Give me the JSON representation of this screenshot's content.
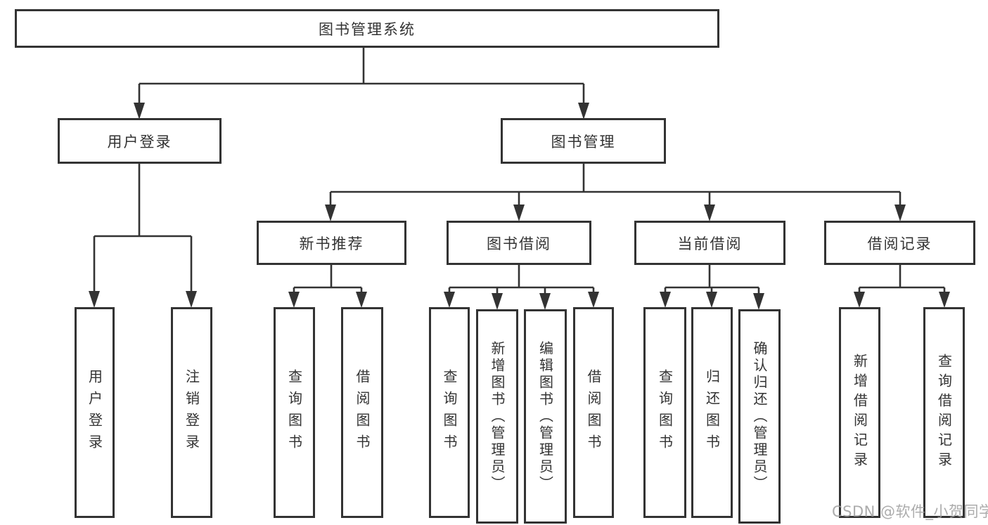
{
  "diagram": {
    "title": "图书管理系统",
    "root": "图书管理系统",
    "level2": {
      "user_login": "用户登录",
      "book_mgmt": "图书管理"
    },
    "level3": {
      "new_book_rec": "新书推荐",
      "book_borrow": "图书借阅",
      "current_borrow": "当前借阅",
      "borrow_records": "借阅记录"
    },
    "leaves": {
      "user_login": "用户登录",
      "logout": "注销登录",
      "rec_query_books": "查询图书",
      "rec_borrow_books": "借阅图书",
      "bor_query_books": "查询图书",
      "bor_add_book_admin": "新增图书（管理员）",
      "bor_edit_book_admin": "编辑图书（管理员）",
      "bor_borrow_books": "借阅图书",
      "cur_query_books": "查询图书",
      "cur_return_book": "归还图书",
      "cur_confirm_return_admin": "确认归还（管理员）",
      "log_add_record": "新增借阅记录",
      "log_query_record": "查询借阅记录"
    }
  },
  "watermark": "CSDN @软件_小贺同学",
  "colors": {
    "line": "#333333",
    "text": "#333333",
    "node_fill": "#ffffff",
    "watermark": "#9e9e9e",
    "background": "#ffffff"
  }
}
